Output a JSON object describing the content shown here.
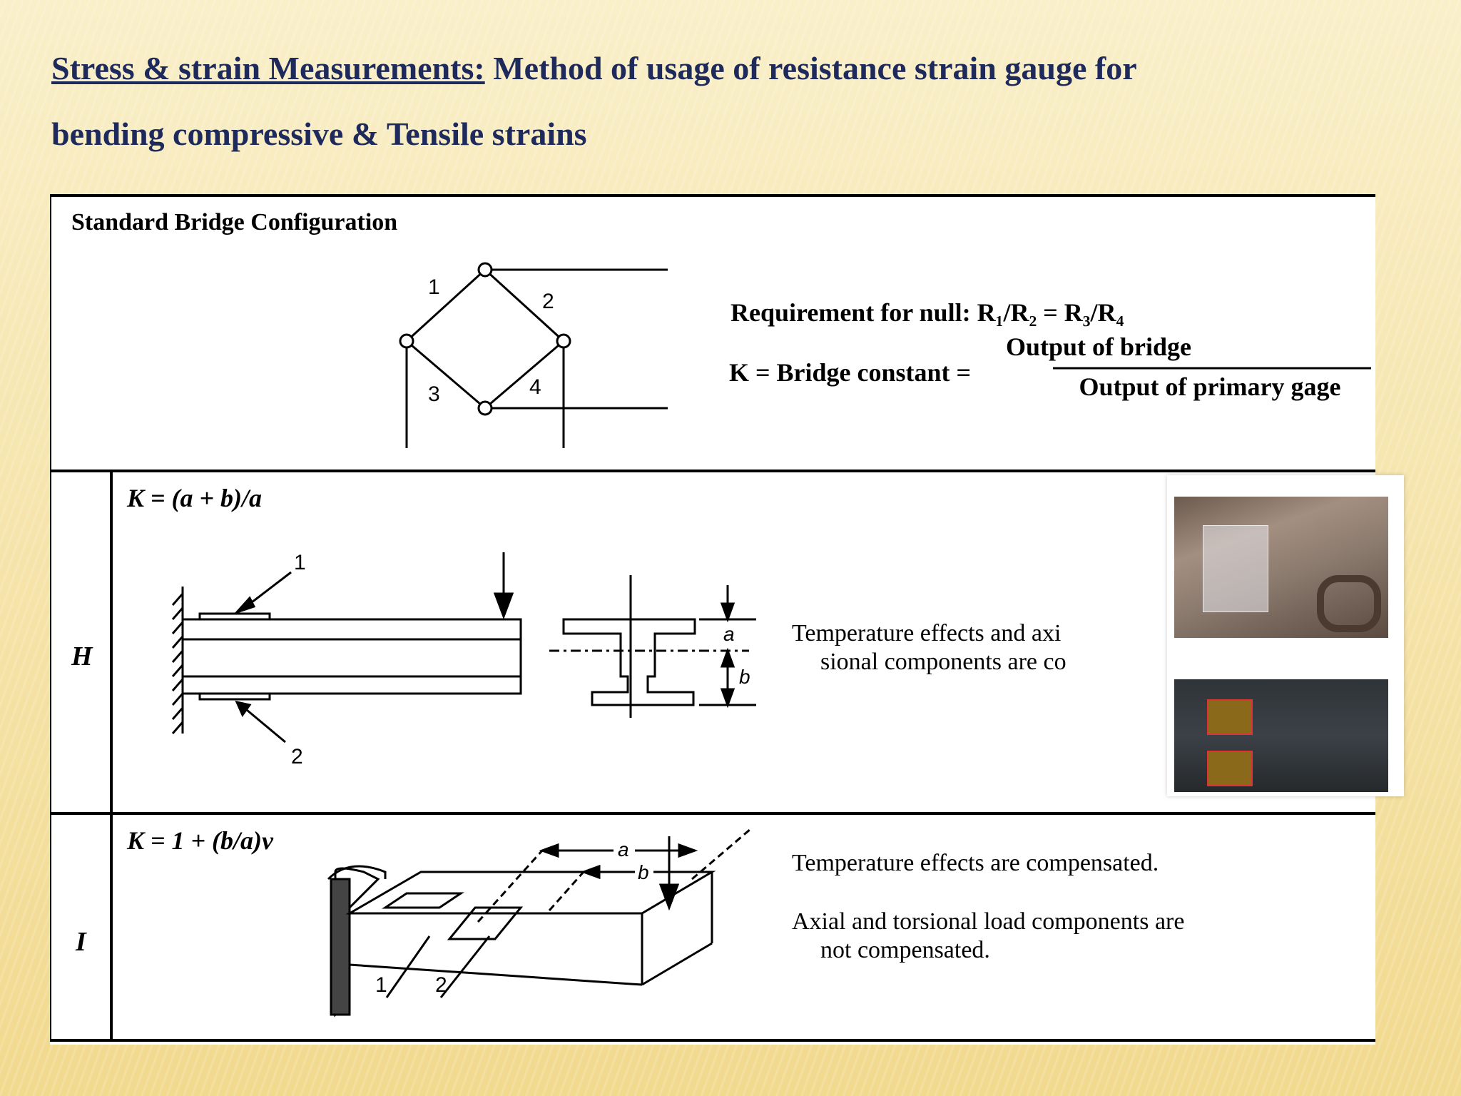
{
  "title": {
    "underlined": "Stress & strain Measurements:",
    "rest": " Method of usage of resistance strain gauge for",
    "line2": "bending compressive & Tensile strains"
  },
  "table": {
    "header": "Standard Bridge Configuration",
    "bridge_labels": [
      "1",
      "2",
      "3",
      "4"
    ],
    "null_requirement": "Requirement for null: R₁/R₂ = R₃/R₄",
    "constant_lhs": "K = Bridge constant =",
    "constant_num": "Output of bridge",
    "constant_den": "Output of primary gage",
    "rows": [
      {
        "label": "H",
        "formula": "K = (a + b)/a",
        "gauge_labels": [
          "1",
          "2"
        ],
        "dim_labels": [
          "a",
          "b"
        ],
        "text": [
          "Temperature effects and axi",
          "sional components are co"
        ]
      },
      {
        "label": "I",
        "formula": "K = 1 + (b/a)ν",
        "gauge_labels": [
          "1",
          "2"
        ],
        "dim_labels": [
          "a",
          "b"
        ],
        "text": [
          "Temperature effects are compensated.",
          "Axial and torsional load components are",
          "not compensated."
        ]
      }
    ]
  }
}
